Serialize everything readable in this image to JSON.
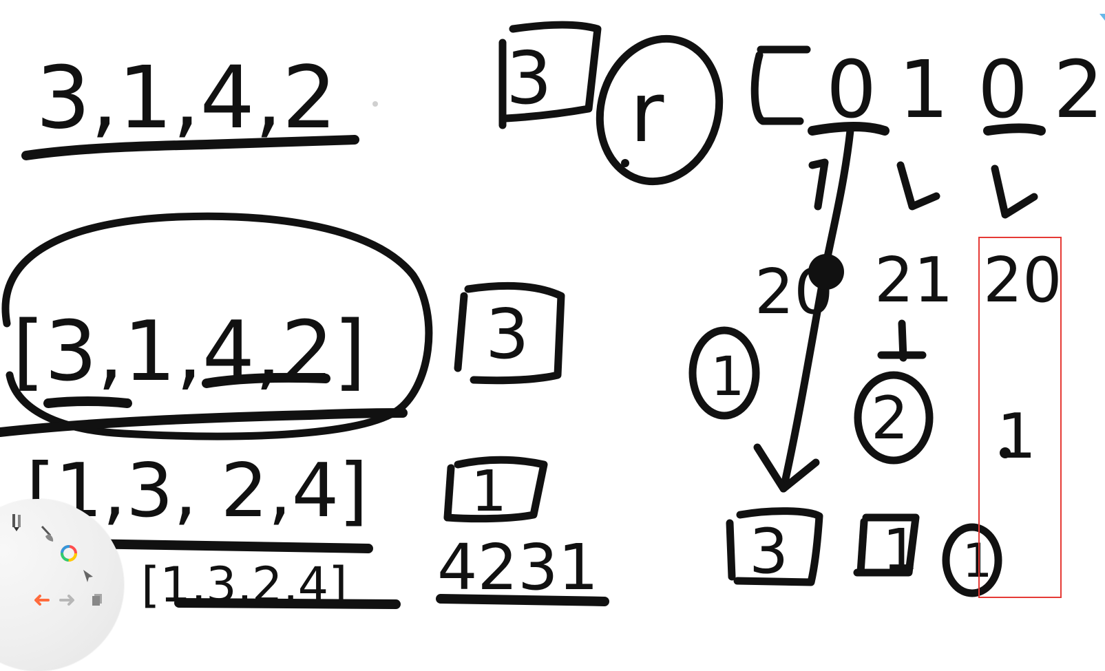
{
  "board": {
    "sequence_top": "3,1,4,2",
    "top_boxed_number": "3",
    "top_circled_letter": "r",
    "list_open": "[",
    "list_values": [
      "0",
      "1",
      "0",
      "2"
    ],
    "circled_sequence": "[3,1,4,2]",
    "sorted_list": "[1,3, 2,4]",
    "sorted_list_repeat": "[1,3,2,4]",
    "result_digits": "4231"
  },
  "lower_middle_boxes": {
    "box_three": "3",
    "box_one": "1"
  },
  "right_panel": {
    "two_zero": "20",
    "two_one": "21",
    "two_zero_right": "20",
    "circled_one": "1",
    "circled_two": "2",
    "one_right": "1",
    "box_three_bottom": "3",
    "box_one_bottom": "1",
    "circled_one_bottom": "1"
  },
  "highlight": {
    "color": "#e53935"
  },
  "icons": {
    "pen_tool": "pen-icon",
    "brush_tool": "brush-icon",
    "color_wheel": "color-wheel-icon",
    "pointer_tool": "pointer-icon",
    "undo": "undo-arrow-icon",
    "redo": "redo-arrow-icon",
    "pages": "pages-icon"
  }
}
